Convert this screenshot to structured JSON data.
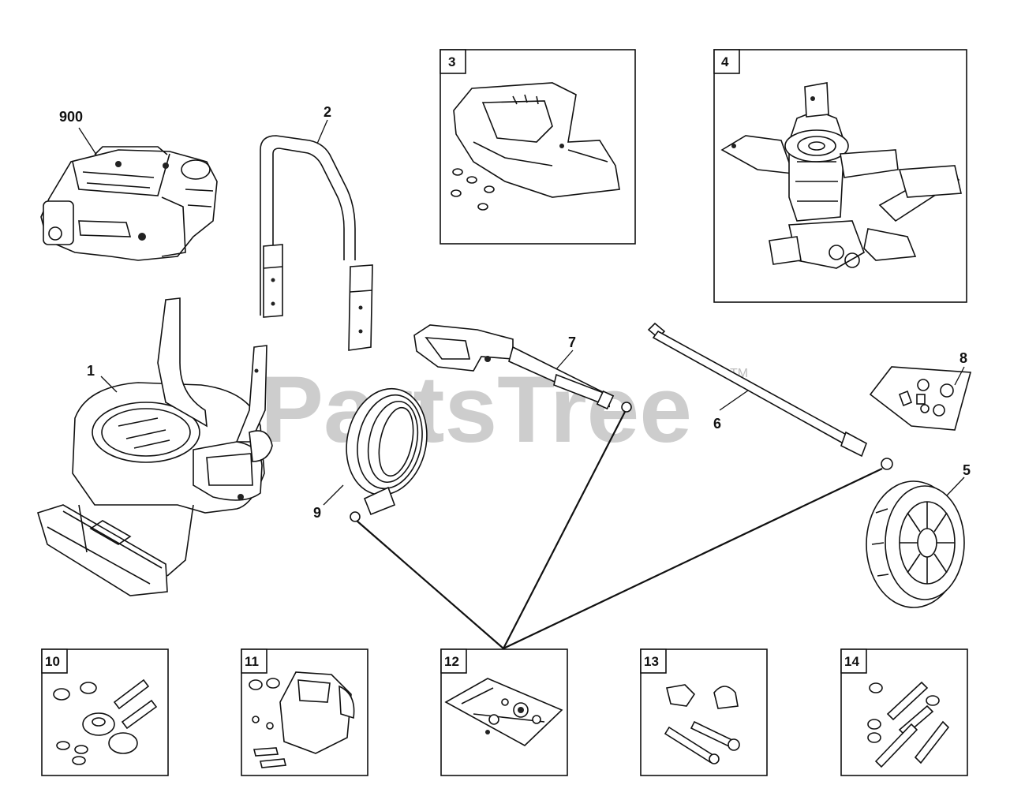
{
  "watermark": {
    "text": "PartsTree",
    "trademark": "TM"
  },
  "callouts": {
    "engine": "900",
    "frame": "1",
    "handle": "2",
    "wheel": "5",
    "lance": "6",
    "spray_gun": "7",
    "nozzles": "8",
    "hose": "9"
  },
  "boxes": {
    "bracket_kit": "3",
    "pump": "4",
    "hardware_10": "10",
    "hardware_11": "11",
    "orings": "12",
    "knobs": "13",
    "hardware_14": "14"
  }
}
